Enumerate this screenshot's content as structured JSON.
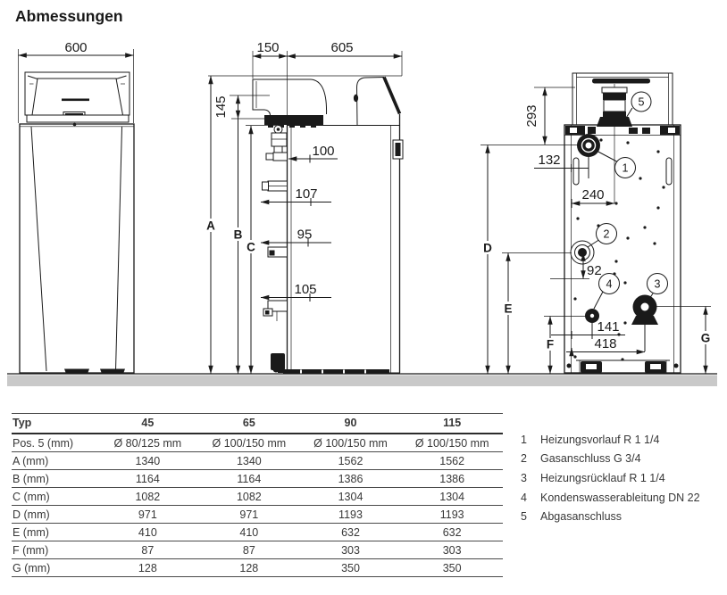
{
  "title": "Abmessungen",
  "colors": {
    "line": "#1a1a1a",
    "ground": "#c9c9c9"
  },
  "drawing": {
    "front": {
      "width_mm": "600"
    },
    "side": {
      "flue_ext": "150",
      "depth": "605",
      "flue_height": "145",
      "a": "A",
      "b": "B",
      "c": "C",
      "off1": "100",
      "off2": "107",
      "off3": "95",
      "off4": "105"
    },
    "rear": {
      "h_top": "293",
      "w132": "132",
      "w240": "240",
      "v92": "92",
      "w141": "141",
      "w418": "418",
      "d": "D",
      "e": "E",
      "f": "F",
      "g": "G",
      "callouts": [
        "1",
        "2",
        "3",
        "4",
        "5"
      ]
    }
  },
  "table": {
    "headers": [
      "Typ",
      "45",
      "65",
      "90",
      "115"
    ],
    "rows": [
      {
        "label": "Pos. 5 (mm)",
        "values": [
          "Ø 80/125 mm",
          "Ø 100/150 mm",
          "Ø 100/150 mm",
          "Ø 100/150 mm"
        ]
      },
      {
        "label": "A (mm)",
        "values": [
          "1340",
          "1340",
          "1562",
          "1562"
        ]
      },
      {
        "label": "B (mm)",
        "values": [
          "1164",
          "1164",
          "1386",
          "1386"
        ]
      },
      {
        "label": "C (mm)",
        "values": [
          "1082",
          "1082",
          "1304",
          "1304"
        ]
      },
      {
        "label": "D (mm)",
        "values": [
          "971",
          "971",
          "1193",
          "1193"
        ]
      },
      {
        "label": "E (mm)",
        "values": [
          "410",
          "410",
          "632",
          "632"
        ]
      },
      {
        "label": "F (mm)",
        "values": [
          "87",
          "87",
          "303",
          "303"
        ]
      },
      {
        "label": "G (mm)",
        "values": [
          "128",
          "128",
          "350",
          "350"
        ]
      }
    ]
  },
  "legend": {
    "items": [
      {
        "num": "1",
        "text": "Heizungsvorlauf R 1 1/4"
      },
      {
        "num": "2",
        "text": "Gasanschluss G 3/4"
      },
      {
        "num": "3",
        "text": "Heizungsrücklauf R 1 1/4"
      },
      {
        "num": "4",
        "text": "Kondenswasserableitung DN 22"
      },
      {
        "num": "5",
        "text": "Abgasanschluss"
      }
    ]
  }
}
